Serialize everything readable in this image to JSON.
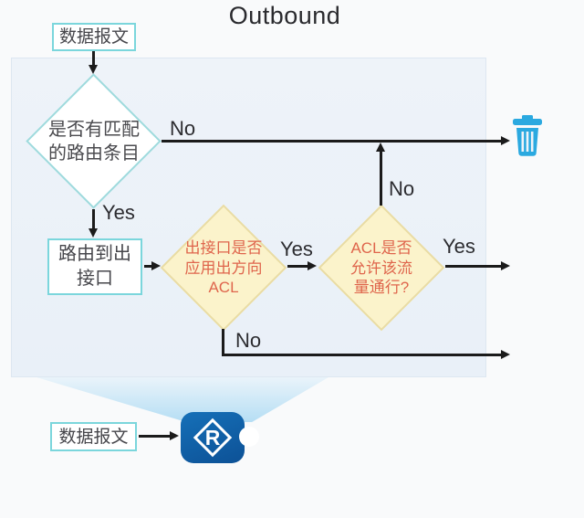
{
  "title": "Outbound",
  "flow": {
    "packet_top": {
      "label": "数据报文"
    },
    "route_match": {
      "line1": "是否有匹配",
      "line2": "的路由条目"
    },
    "route_to_interface": {
      "line1": "路由到出",
      "line2": "接口"
    },
    "acl_applied": {
      "line1": "出接口是否",
      "line2": "应用出方向",
      "line3": "ACL"
    },
    "acl_permit": {
      "line1": "ACL是否",
      "line2": "允许该流",
      "line3": "量通行?"
    },
    "packet_bottom": {
      "label": "数据报文"
    },
    "router": {
      "letter": "R"
    }
  },
  "labels": {
    "no_route_match": "No",
    "yes_route_match": "Yes",
    "yes_acl_applied": "Yes",
    "no_acl_applied": "No",
    "yes_acl_permit": "Yes",
    "no_acl_permit": "No"
  },
  "icons": {
    "trash": "trash-icon",
    "router": "router-icon"
  },
  "colors": {
    "container_fill": "#edf2f9",
    "box_border": "#7bd6dc",
    "decision_fill": "#fbf3cb",
    "decision_border": "#e9dca4",
    "decision_text": "#df654c",
    "trash_blue": "#2ba9e0",
    "router_blue": "#1064ab",
    "line": "#1b1b1b"
  }
}
